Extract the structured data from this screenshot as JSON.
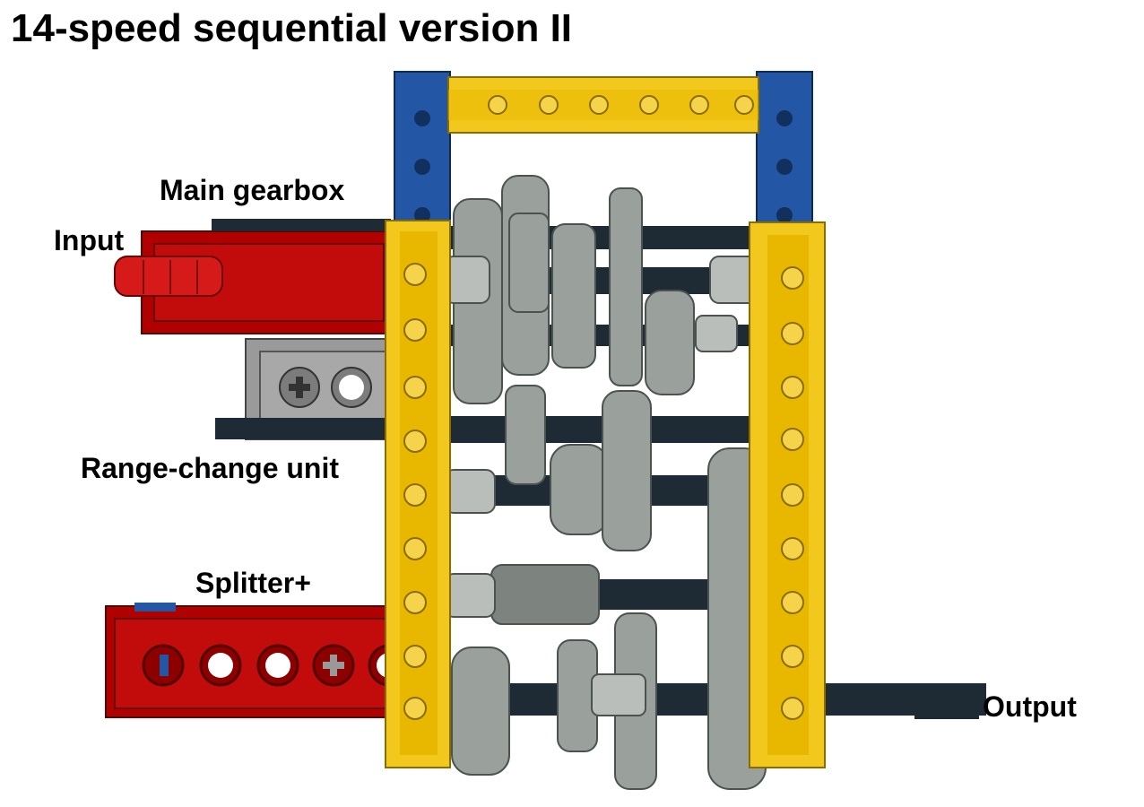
{
  "title": "14-speed sequential version II",
  "labels": {
    "main_gearbox": "Main gearbox",
    "input": "Input",
    "range_change_unit": "Range-change unit",
    "splitter": "Splitter+",
    "output": "Output"
  },
  "colors": {
    "yellow_beam": "#f2c81c",
    "blue_beam": "#2456a6",
    "red_beam": "#b00000",
    "gear_gray": "#9aa09c",
    "axle_dark": "#1e2a34",
    "block_gray": "#9a9a9a"
  }
}
